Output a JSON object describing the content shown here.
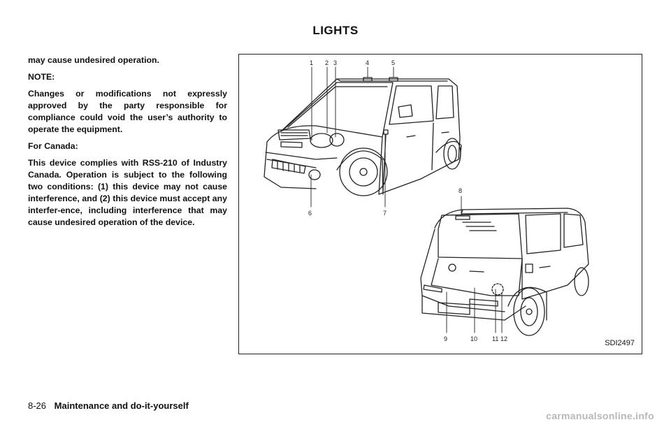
{
  "header": {
    "section_title": "LIGHTS"
  },
  "body": {
    "paragraphs": [
      "may cause undesired operation.",
      "NOTE:",
      "Changes or modifications not expressly approved by the party responsible for compliance could void the user’s authority to operate the equipment.",
      "For Canada:",
      "This device complies with RSS-210 of Industry Canada. Operation is subject to the following two conditions: (1) this device may not cause interference, and (2) this device must accept any interfer-ence, including interference that may cause undesired operation of the device."
    ]
  },
  "figure": {
    "callouts_front": [
      "1",
      "2",
      "3",
      "4",
      "5",
      "6",
      "7"
    ],
    "callouts_rear": [
      "8",
      "9",
      "10",
      "11",
      "12"
    ],
    "code": "SDI2497"
  },
  "footer": {
    "page_number": "8-26",
    "chapter": "Maintenance and do-it-yourself"
  },
  "watermark": "carmanualsonline.info"
}
